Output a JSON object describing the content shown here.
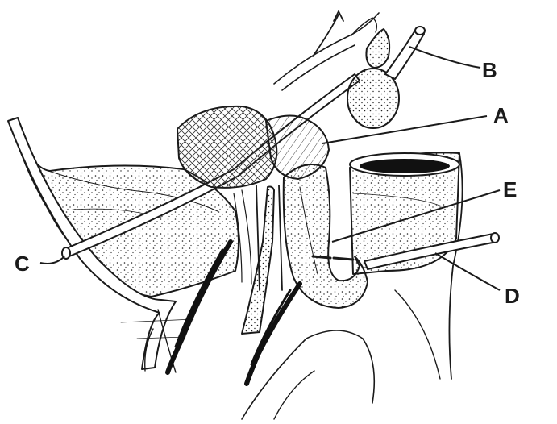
{
  "figure": {
    "labels": {
      "a": "A",
      "b": "B",
      "c": "C",
      "d": "D",
      "e": "E"
    }
  },
  "colors": {
    "ink": "#1a1a1a",
    "background": "#ffffff",
    "lumen": "#111111"
  }
}
